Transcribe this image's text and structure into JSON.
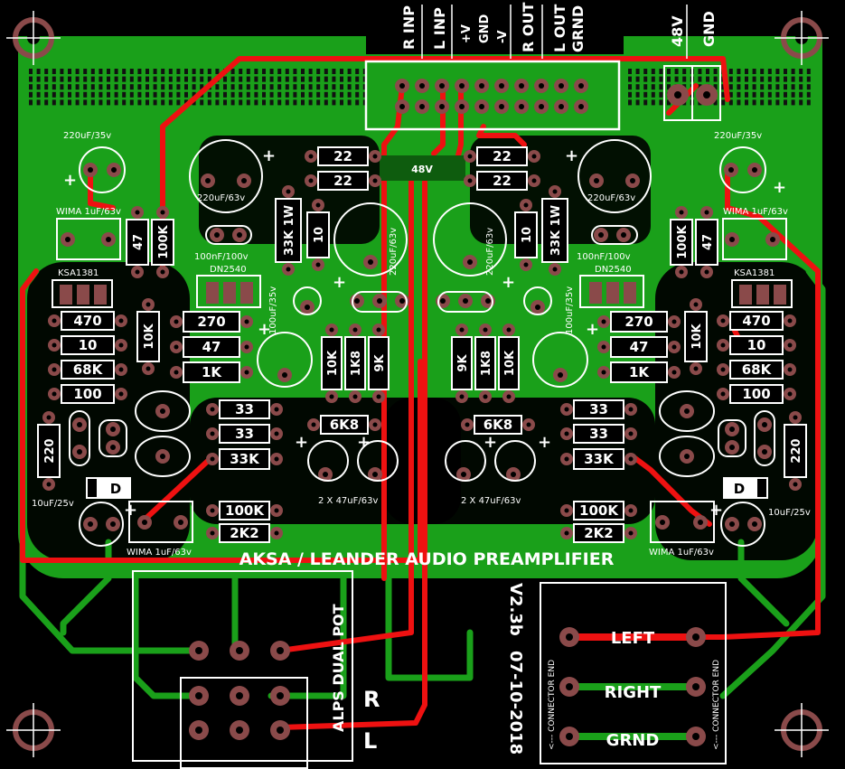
{
  "colors": {
    "background": "#000000",
    "copper_pour": "#1aa01a",
    "trace_bottom": "#0a8a0a",
    "trace_top": "#ee1111",
    "pad": "#8a4a4a",
    "silkscreen": "#ffffff",
    "drill": "#111111"
  },
  "board": {
    "title": "AKSA / LEANDER AUDIO PREAMPLIFIER",
    "version": "V2.3b",
    "date": "07-10-2018"
  },
  "header_pins": [
    "R INP",
    "L INP",
    "+V",
    "GND",
    "-V",
    "R OUT",
    "L OUT",
    "GRND"
  ],
  "power_pins": [
    "48V",
    "GND"
  ],
  "center_label": "48V",
  "pot": {
    "label": "ALPS DUAL POT",
    "channel_r": "R",
    "channel_l": "L"
  },
  "connector": {
    "left": "LEFT",
    "right": "RIGHT",
    "grnd": "GRND",
    "end_label": "<--- CONNECTOR END"
  },
  "components": {
    "r22": "22",
    "c220_35": "220uF/35v",
    "c220_63": "220uF/63v",
    "wima": "WIMA 1uF/63v",
    "r47": "47",
    "r100k": "100K",
    "r33k1w": "33K 1W",
    "r10": "10",
    "c100n": "100nF/100v",
    "dn2540": "DN2540",
    "ksa1381": "KSA1381",
    "c100u35": "100uF/35v",
    "r470": "470",
    "r68k": "68K",
    "r100": "100",
    "r10k": "10K",
    "r270": "270",
    "r1k": "1K",
    "r1k8": "1K8",
    "r9k": "9K",
    "r6k8": "6K8",
    "r33": "33",
    "r33k": "33K",
    "r220": "220",
    "diode": "D",
    "c10u25": "10uF/25v",
    "r2k2": "2K2",
    "c2x47": "2 X 47uF/63v"
  }
}
